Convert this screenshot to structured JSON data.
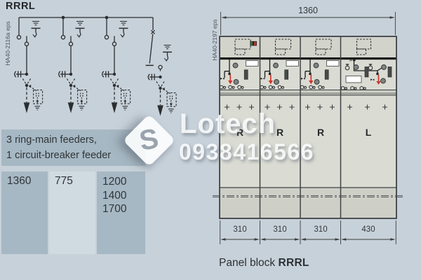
{
  "left_diagram": {
    "title": "RRRL",
    "source_label": "HA40-2116a eps",
    "description_line1": "3 ring-main feeders,",
    "description_line2": "1 circuit-breaker feeder",
    "dimensions_table": {
      "width_mm": "1360",
      "depth_mm": "775",
      "heights_mm": [
        "1200",
        "1400",
        "1700"
      ]
    }
  },
  "panel_block": {
    "source_label": "HA40-2197 eps",
    "total_width_label": "1360",
    "panels": [
      {
        "label": "R",
        "width_label": "310"
      },
      {
        "label": "R",
        "width_label": "310"
      },
      {
        "label": "R",
        "width_label": "310"
      },
      {
        "label": "L",
        "width_label": "430"
      }
    ],
    "caption_prefix": "Panel block ",
    "caption_bold": "RRRL"
  },
  "watermark": {
    "logo_letter": "S",
    "name": "Lotech",
    "phone": "0938416566"
  },
  "colors": {
    "background": "#c7d1d9",
    "table_dark": "#a6b8c3",
    "table_light": "#cfdae1",
    "panel_face": "#dadbd3",
    "red_accent": "#d2342b"
  }
}
